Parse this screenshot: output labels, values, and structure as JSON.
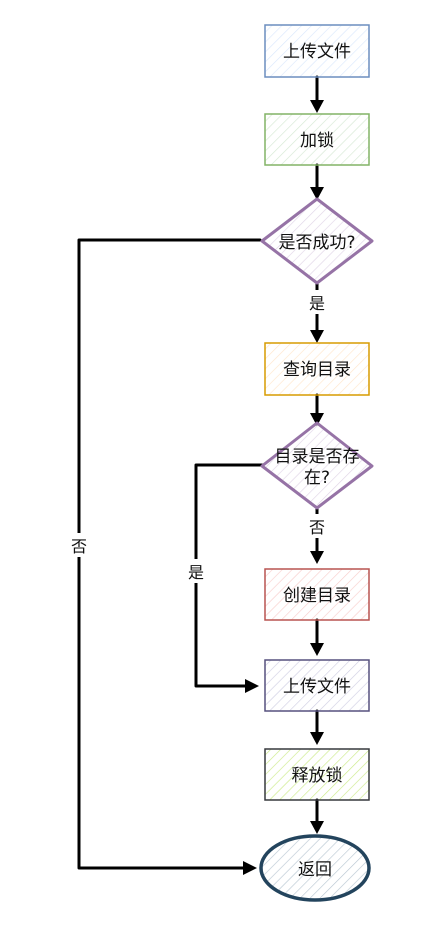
{
  "diagram": {
    "nodes": [
      {
        "id": "upload1",
        "shape": "rect",
        "label": "上传文件",
        "stroke": "#6c8ebf",
        "fill": "#dae8fc"
      },
      {
        "id": "lock",
        "shape": "rect",
        "label": "加锁",
        "stroke": "#82b366",
        "fill": "#d5e8d4"
      },
      {
        "id": "success",
        "shape": "diamond",
        "label": "是否成功?",
        "stroke": "#9673a6",
        "fill": "#e1d5e7"
      },
      {
        "id": "query",
        "shape": "rect",
        "label": "查询目录",
        "stroke": "#d79b00",
        "fill": "#ffe6cc"
      },
      {
        "id": "exists",
        "shape": "diamond",
        "label_lines": [
          "目录是否存",
          "在?"
        ],
        "stroke": "#9673a6",
        "fill": "#e1d5e7"
      },
      {
        "id": "mkdir",
        "shape": "rect",
        "label": "创建目录",
        "stroke": "#b85450",
        "fill": "#f8cecc"
      },
      {
        "id": "upload2",
        "shape": "rect",
        "label": "上传文件",
        "stroke": "#56517e",
        "fill": "#d0cee2"
      },
      {
        "id": "unlock",
        "shape": "rect",
        "label": "释放锁",
        "stroke": "#36393d",
        "fill": "#cdeb8b"
      },
      {
        "id": "return",
        "shape": "ellipse",
        "label": "返回",
        "stroke": "#23445d",
        "fill": "#bac8d3"
      }
    ],
    "edge_labels": {
      "success_yes": "是",
      "success_no": "否",
      "exists_yes": "是",
      "exists_no": "否"
    }
  }
}
